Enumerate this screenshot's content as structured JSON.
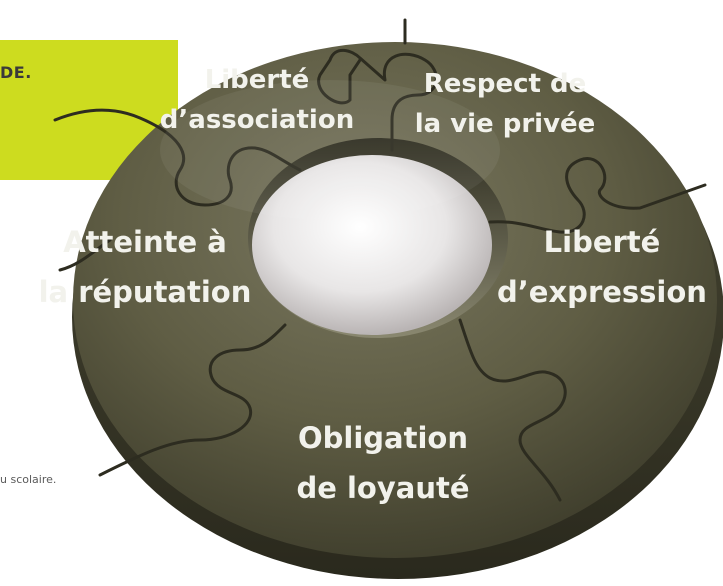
{
  "sidebar_text": "DE.",
  "footnote": "u scolaire.",
  "colors": {
    "accent": "#cddc1f",
    "puzzle": "#5f5d44",
    "label": "#f2f2ec"
  },
  "pieces": [
    {
      "id": "liberte-association",
      "line1": "Liberté",
      "line2": "d’association"
    },
    {
      "id": "respect-vie-privee",
      "line1": "Respect de",
      "line2": "la vie privée"
    },
    {
      "id": "liberte-expression",
      "line1": "Liberté",
      "line2": "d’expression"
    },
    {
      "id": "obligation-loyaute",
      "line1": "Obligation",
      "line2": "de loyauté"
    },
    {
      "id": "atteinte-reputation",
      "line1": "Atteinte à",
      "line2": "la réputation"
    }
  ]
}
